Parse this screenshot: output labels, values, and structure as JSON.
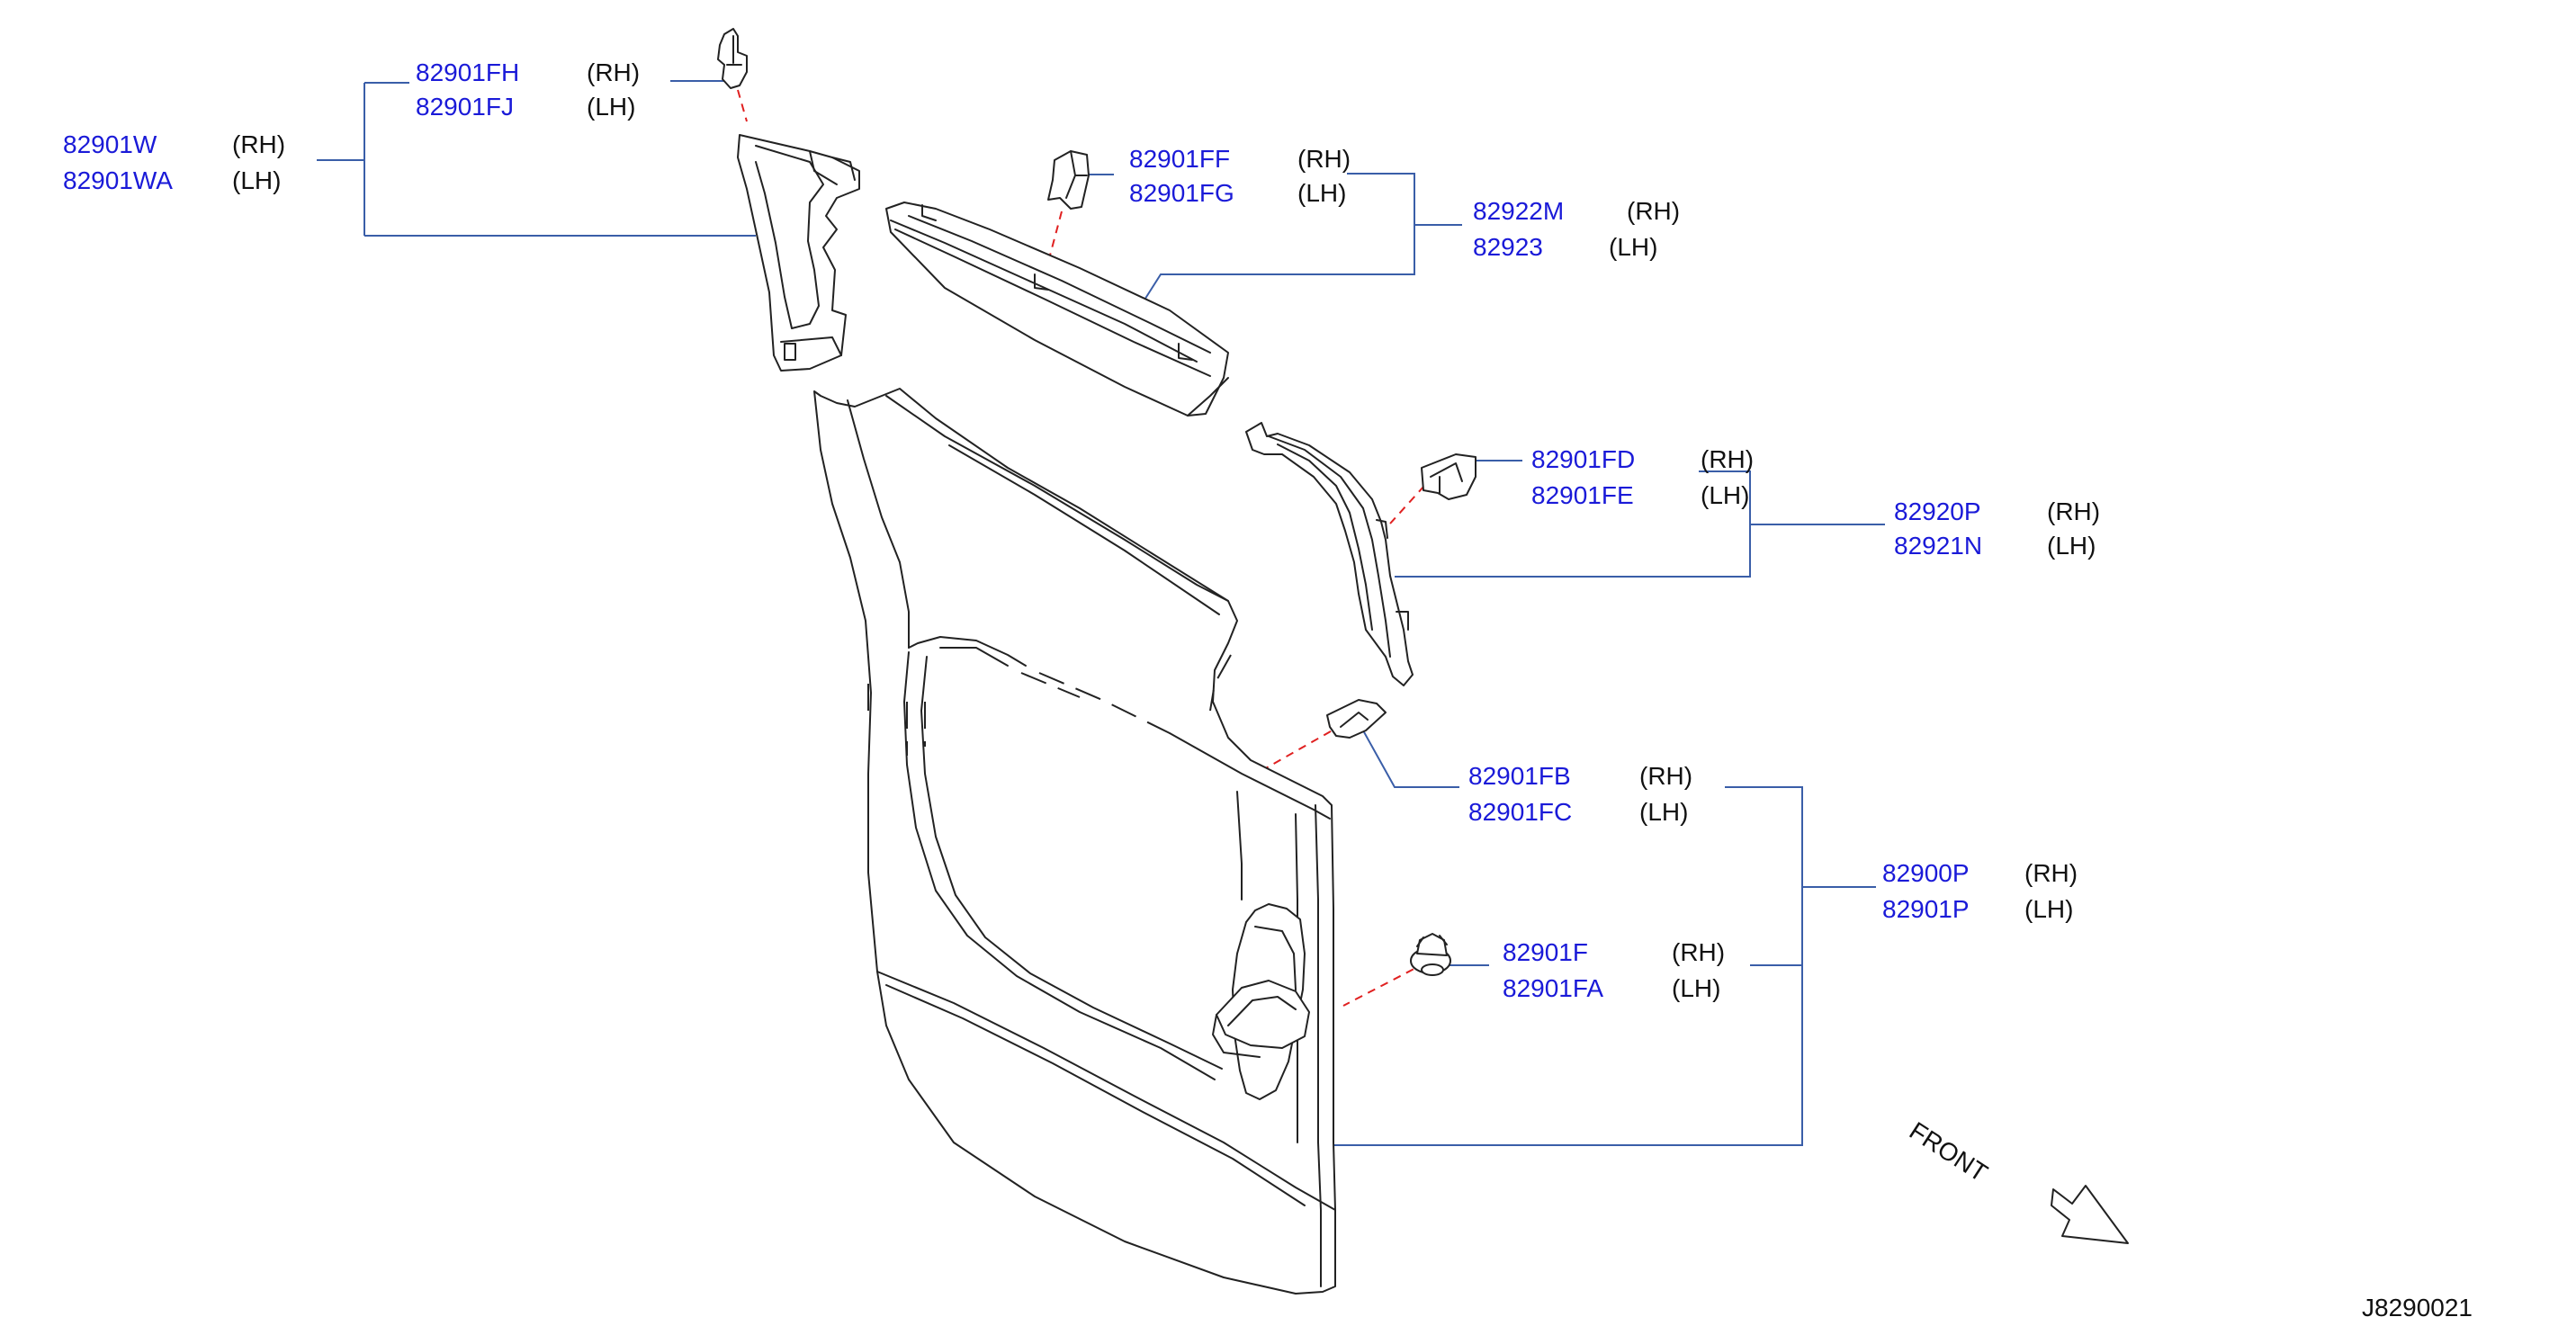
{
  "callouts": [
    {
      "part_rh": "82901FH",
      "side_rh": "(RH)",
      "part_lh": "82901FJ",
      "side_lh": "(LH)"
    },
    {
      "part_rh": "82901W",
      "side_rh": "(RH)",
      "part_lh": "82901WA",
      "side_lh": "(LH)"
    },
    {
      "part_rh": "82901FF",
      "side_rh": "(RH)",
      "part_lh": "82901FG",
      "side_lh": "(LH)"
    },
    {
      "part_rh": "82922M",
      "side_rh": "(RH)",
      "part_lh": "82923",
      "side_lh": "(LH)"
    },
    {
      "part_rh": "82901FD",
      "side_rh": "(RH)",
      "part_lh": "82901FE",
      "side_lh": "(LH)"
    },
    {
      "part_rh": "82920P",
      "side_rh": "(RH)",
      "part_lh": "82921N",
      "side_lh": "(LH)"
    },
    {
      "part_rh": "82901FB",
      "side_rh": "(RH)",
      "part_lh": "82901FC",
      "side_lh": "(LH)"
    },
    {
      "part_rh": "82900P",
      "side_rh": "(RH)",
      "part_lh": "82901P",
      "side_lh": "(LH)"
    },
    {
      "part_rh": "82901F",
      "side_rh": "(RH)",
      "part_lh": "82901FA",
      "side_lh": "(LH)"
    }
  ],
  "front_label": "FRONT",
  "diagram_code": "J8290021",
  "colors": {
    "part_number": "#1a1ad8",
    "leader_line": "#3a5ea8",
    "fastener_line": "#e02020",
    "outline": "#222222"
  }
}
